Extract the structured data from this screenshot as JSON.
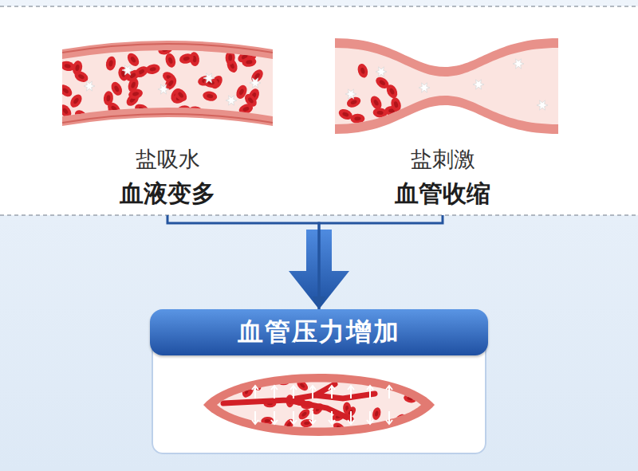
{
  "diagram": {
    "nodes": [
      {
        "text": [
          "盐吸水",
          "血液变多"
        ]
      },
      {
        "text": [
          "盐刺激",
          "血管收缩"
        ]
      },
      {
        "text": [
          "血管压力增加"
        ]
      }
    ],
    "edges": [
      {
        "from": 0,
        "to": 2,
        "arrow": "to"
      },
      {
        "from": 1,
        "to": 2,
        "arrow": "to"
      }
    ]
  }
}
